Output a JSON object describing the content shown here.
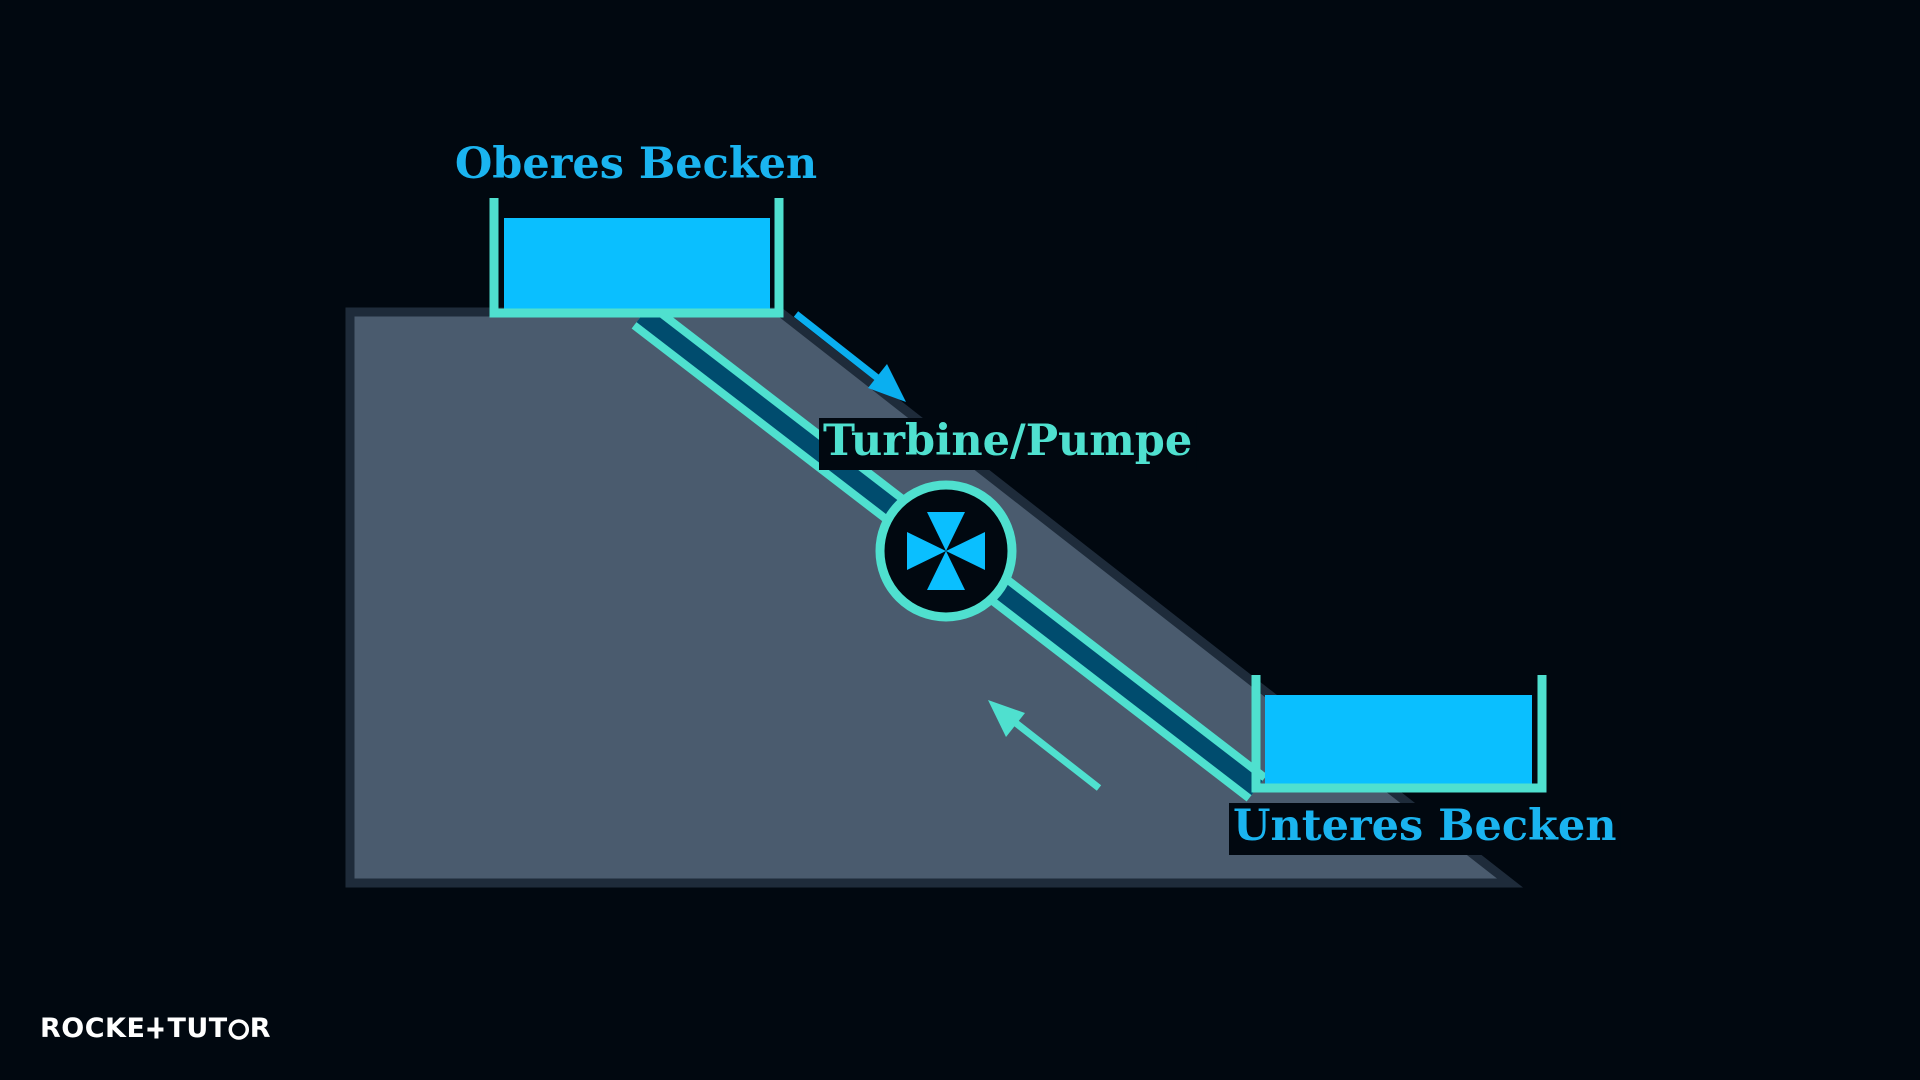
{
  "diagram": {
    "labels": {
      "upper_basin": "Oberes Becken",
      "turbine_pump": "Turbine/Pumpe",
      "lower_basin": "Unteres Becken"
    }
  },
  "logo": {
    "part1": "ROCKE",
    "part2": "TUT",
    "part3": "R"
  },
  "colors": {
    "background": "#010810",
    "hill": "#4a5b6e",
    "hill_edge": "#1e2b3a",
    "water": "#0abfff",
    "basin_wall": "#4fe0cf",
    "pipe_inner": "#004c6e",
    "label_blue": "#1ab4f0",
    "label_teal": "#4fe0cf",
    "arrow_down": "#0aaff0",
    "arrow_up": "#4fe0cf"
  }
}
